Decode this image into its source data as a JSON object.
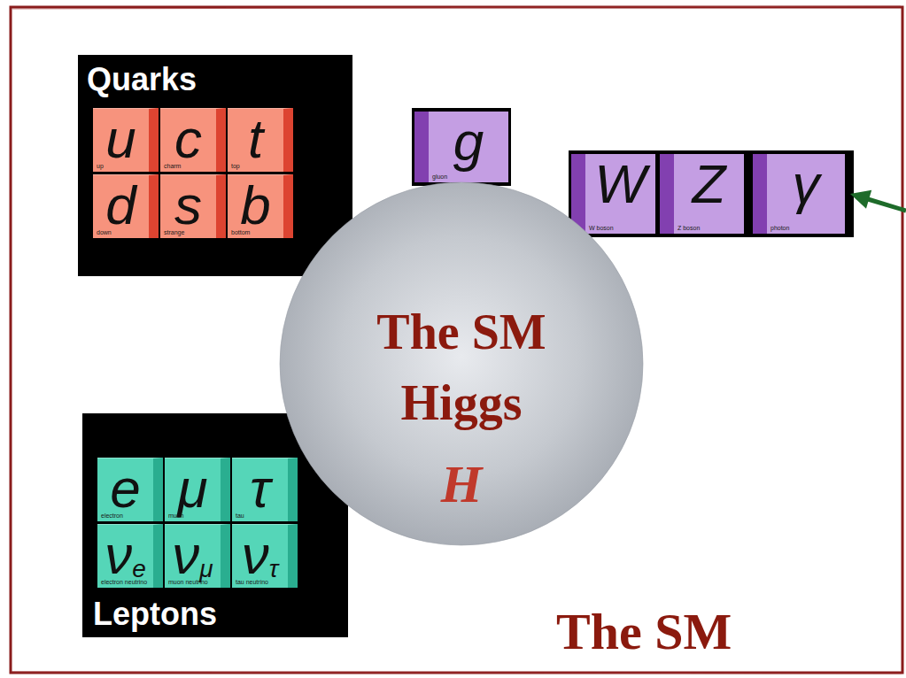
{
  "diagram": {
    "nodes": [
      {
        "text": [
          "Quarks"
        ]
      },
      {
        "text": [
          "u",
          "up"
        ],
        "in": 0
      },
      {
        "text": [
          "c",
          "charm"
        ],
        "in": 0
      },
      {
        "text": [
          "t",
          "top"
        ],
        "in": 0
      },
      {
        "text": [
          "d",
          "down"
        ],
        "in": 0
      },
      {
        "text": [
          "s",
          "strange"
        ],
        "in": 0
      },
      {
        "text": [
          "b",
          "bottom"
        ],
        "in": 0
      },
      {
        "text": [
          "g",
          "gluon"
        ]
      },
      {
        "text": [
          "W",
          "W boson"
        ]
      },
      {
        "text": [
          "Z",
          "Z boson"
        ]
      },
      {
        "text": [
          "γ",
          "photon"
        ]
      },
      {
        "text": [
          "The SM Higgs",
          "H"
        ]
      },
      {
        "text": [
          "Leptons"
        ]
      },
      {
        "text": [
          "e",
          "electron"
        ],
        "in": 12
      },
      {
        "text": [
          "μ",
          "muon"
        ],
        "in": 12
      },
      {
        "text": [
          "τ",
          "tau"
        ],
        "in": 12
      },
      {
        "text": [
          "νe",
          "electron neutrino"
        ],
        "in": 12
      },
      {
        "text": [
          "νμ",
          "muon neutrino"
        ],
        "in": 12
      },
      {
        "text": [
          "ντ",
          "tau neutrino"
        ],
        "in": 12
      }
    ],
    "labels": [
      "The SM"
    ]
  }
}
